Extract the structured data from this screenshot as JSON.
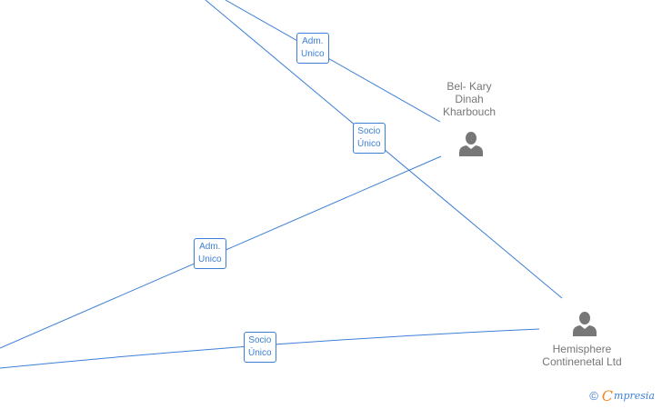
{
  "nodes": [
    {
      "id": "bel-kary",
      "name_lines": [
        "Bel- Kary",
        "Dinah",
        "Kharbouch"
      ]
    },
    {
      "id": "hemisphere",
      "name_lines": [
        "Hemisphere",
        "Continenetal Ltd"
      ]
    }
  ],
  "edge_labels": [
    {
      "id": "adm-top",
      "lines": [
        "Adm.",
        "Unico"
      ]
    },
    {
      "id": "socio-top",
      "lines": [
        "Socio",
        "Único"
      ]
    },
    {
      "id": "adm-mid",
      "lines": [
        "Adm.",
        "Unico"
      ]
    },
    {
      "id": "socio-bottom",
      "lines": [
        "Socio",
        "Único"
      ]
    }
  ],
  "footer": {
    "copyright": "©",
    "brand_initial": "C",
    "brand_rest": "mpresia"
  },
  "colors": {
    "edge": "#3d7fd6",
    "node_text": "#777777",
    "icon": "#777777",
    "brand_accent": "#f08a24"
  }
}
